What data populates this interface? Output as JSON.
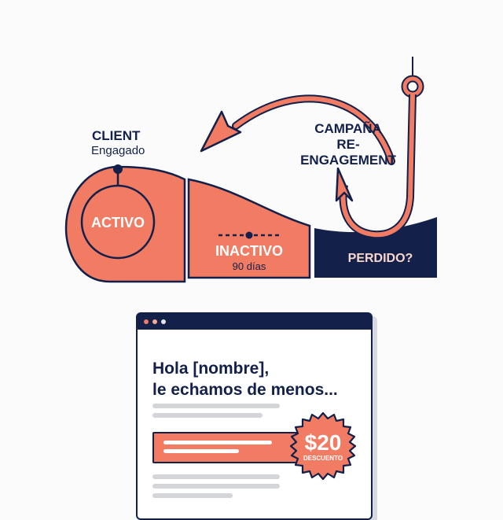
{
  "stages": {
    "client_title": "CLIENT",
    "client_subtitle": "Engagado",
    "active_label": "ACTIVO",
    "inactive_label": "INACTIVO",
    "inactive_sub": "90 días",
    "lost_label": "PERDIDO?"
  },
  "campaign": {
    "line1": "CAMPAÑA",
    "line2": "RE-ENGAGEMENT"
  },
  "email": {
    "window_dots": [
      "#f17b63",
      "#f7a99a",
      "#e7e7ea"
    ],
    "headline_line1": "Hola [nombre],",
    "headline_line2": "le echamos de menos...",
    "badge_amount": "$20",
    "badge_label": "DESCUENTO"
  },
  "colors": {
    "coral": "#f17b63",
    "navy": "#13204a",
    "gray": "#d3d5d8"
  }
}
